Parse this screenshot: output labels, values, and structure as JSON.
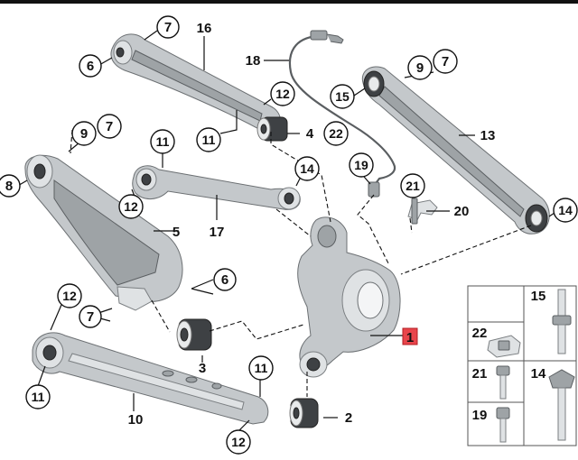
{
  "labels": {
    "l1": "1",
    "l2": "2",
    "l3": "3",
    "l4": "4",
    "l5": "5",
    "l6a": "6",
    "l6b": "6",
    "l7a": "7",
    "l7b": "7",
    "l7c": "7",
    "l7d": "7",
    "l8": "8",
    "l9a": "9",
    "l9b": "9",
    "l10": "10",
    "l11a": "11",
    "l11b": "11",
    "l11c": "11",
    "l11d": "11",
    "l12a": "12",
    "l12b": "12",
    "l12c": "12",
    "l12d": "12",
    "l13": "13",
    "l14a": "14",
    "l14b": "14",
    "l15": "15",
    "l16": "16",
    "l17": "17",
    "l18": "18",
    "l19": "19",
    "l20": "20",
    "l21": "21",
    "l22": "22"
  },
  "legend": {
    "l15": "15",
    "l22": "22",
    "l21": "21",
    "l14": "14",
    "l19": "19"
  },
  "colors": {
    "highlight": "#e8454b",
    "metal": "#c4c8cb",
    "rubber": "#3e4144"
  }
}
